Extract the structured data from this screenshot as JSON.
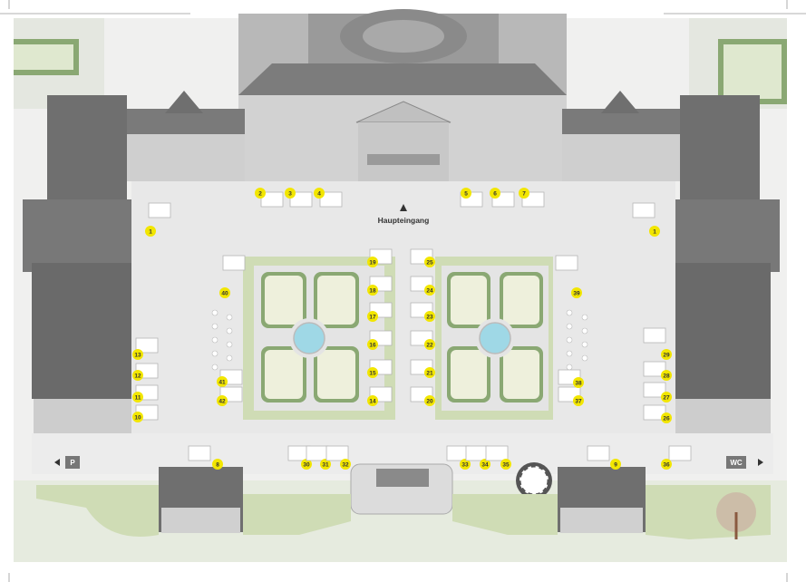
{
  "map": {
    "main_entrance_label": "Haupteingang",
    "parking_label": "P",
    "wc_label": "WC",
    "colors": {
      "marker": "#f2e600",
      "courtyard": "#e8e8e8",
      "lawn": "#cfdcb5",
      "hedge": "#8aa873",
      "building": "#9c9c9c",
      "roof": "#6f6f6f",
      "water": "#9fd8e6"
    }
  },
  "stands": [
    {
      "label": "1"
    },
    {
      "label": "1"
    },
    {
      "label": "2"
    },
    {
      "label": "3"
    },
    {
      "label": "4"
    },
    {
      "label": "5"
    },
    {
      "label": "6"
    },
    {
      "label": "7"
    },
    {
      "label": "8"
    },
    {
      "label": "9"
    },
    {
      "label": "10"
    },
    {
      "label": "11"
    },
    {
      "label": "12"
    },
    {
      "label": "13"
    },
    {
      "label": "14"
    },
    {
      "label": "15"
    },
    {
      "label": "16"
    },
    {
      "label": "17"
    },
    {
      "label": "18"
    },
    {
      "label": "19"
    },
    {
      "label": "20"
    },
    {
      "label": "21"
    },
    {
      "label": "22"
    },
    {
      "label": "23"
    },
    {
      "label": "24"
    },
    {
      "label": "25"
    },
    {
      "label": "26"
    },
    {
      "label": "27"
    },
    {
      "label": "28"
    },
    {
      "label": "29"
    },
    {
      "label": "30"
    },
    {
      "label": "31"
    },
    {
      "label": "32"
    },
    {
      "label": "33"
    },
    {
      "label": "34"
    },
    {
      "label": "35"
    },
    {
      "label": "36"
    },
    {
      "label": "37"
    },
    {
      "label": "38"
    },
    {
      "label": "39"
    },
    {
      "label": "40"
    },
    {
      "label": "41"
    },
    {
      "label": "42"
    }
  ]
}
